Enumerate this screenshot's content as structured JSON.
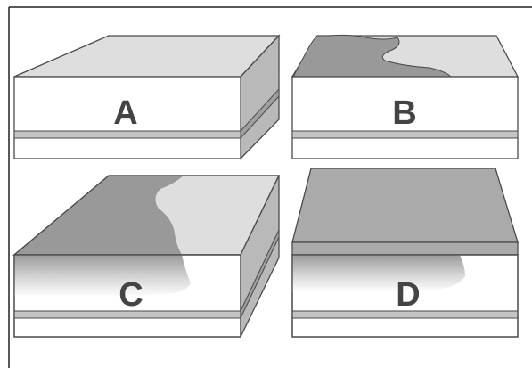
{
  "figure": {
    "colors": {
      "background": "#ffffff",
      "frame": "#222222",
      "outline": "#4a4a4a",
      "top_face": "#dedede",
      "side_face": "#b9b9b9",
      "thin_layer": "#c4c4c4",
      "stain": "#999999",
      "label": "#444444"
    },
    "panels": [
      {
        "label": "A",
        "stain": "none"
      },
      {
        "label": "B",
        "stain": "corner-patch"
      },
      {
        "label": "C",
        "stain": "spreading-into-block"
      },
      {
        "label": "D",
        "stain": "covers-top-and-soaks-in"
      }
    ]
  }
}
